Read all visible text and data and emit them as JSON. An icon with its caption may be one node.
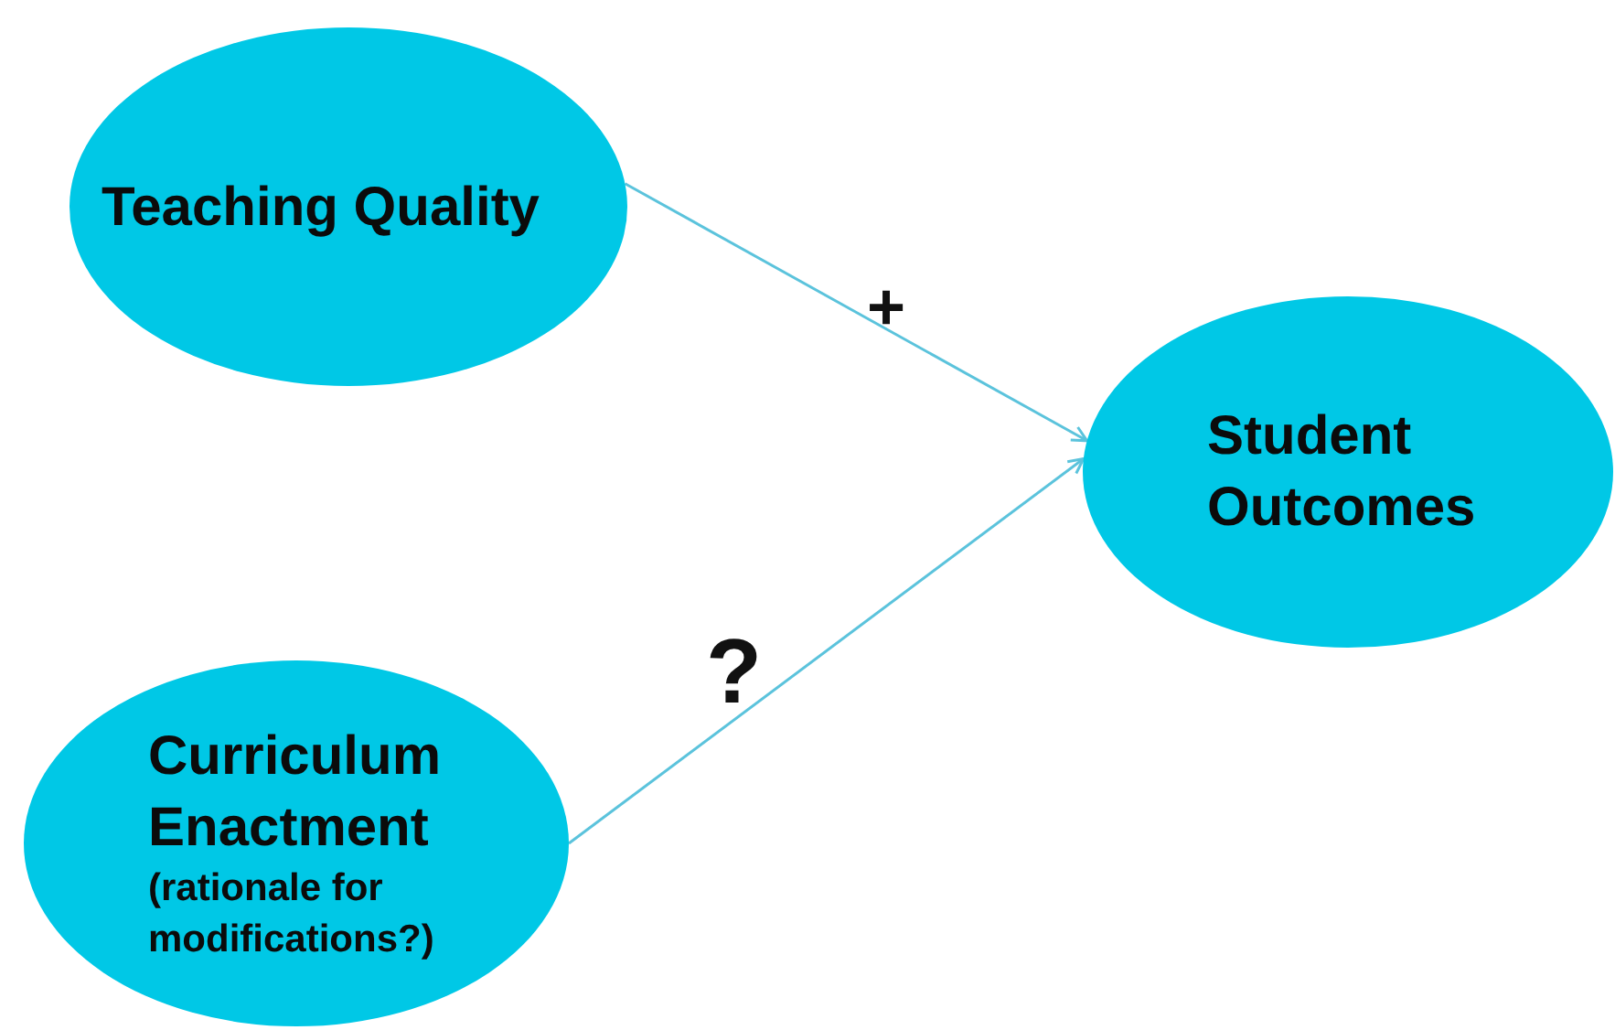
{
  "diagram": {
    "nodes": [
      {
        "text": [
          "Teaching Quality"
        ]
      },
      {
        "text": [
          "Student Outcomes"
        ]
      },
      {
        "text": [
          "Curriculum Enactment",
          "(rationale for modifications?)"
        ]
      }
    ],
    "edges": [
      {
        "from": 0,
        "to": 1,
        "arrow": "to",
        "label": "+"
      },
      {
        "from": 2,
        "to": 1,
        "arrow": "to",
        "label": "?"
      }
    ]
  }
}
